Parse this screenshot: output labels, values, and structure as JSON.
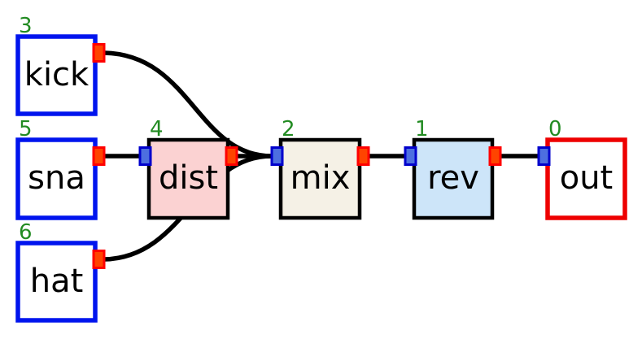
{
  "canvas": {
    "width": "789",
    "height": "417",
    "background": "#ffffff"
  },
  "colors": {
    "edge": "#000000",
    "source_border": "#0014ee",
    "sink_border": "#ee0000",
    "effect_border": "#000000",
    "id_label_green": "#228b22",
    "node_text": "#000000",
    "fill_kick": "#ffffff",
    "fill_sna": "#ffffff",
    "fill_hat": "#ffffff",
    "fill_dist": "#fbd2d2",
    "fill_mix": "#f5f1e6",
    "fill_rev": "#cde5f9",
    "fill_out": "#ffffff",
    "port_out_fill": "#ff4400",
    "port_out_border": "#ff0000",
    "port_in_fill": "#4d6fe0",
    "port_in_border": "#0000cc"
  },
  "nodes": [
    {
      "id": "3",
      "label": "kick",
      "role": "source"
    },
    {
      "id": "5",
      "label": "sna",
      "role": "source"
    },
    {
      "id": "6",
      "label": "hat",
      "role": "source"
    },
    {
      "id": "4",
      "label": "dist",
      "role": "effect"
    },
    {
      "id": "2",
      "label": "mix",
      "role": "effect"
    },
    {
      "id": "1",
      "label": "rev",
      "role": "effect"
    },
    {
      "id": "0",
      "label": "out",
      "role": "sink"
    }
  ],
  "edges": [
    {
      "from": "kick",
      "to": "mix"
    },
    {
      "from": "sna",
      "to": "dist"
    },
    {
      "from": "hat",
      "to": "mix"
    },
    {
      "from": "dist",
      "to": "mix"
    },
    {
      "from": "mix",
      "to": "rev"
    },
    {
      "from": "rev",
      "to": "out"
    }
  ]
}
